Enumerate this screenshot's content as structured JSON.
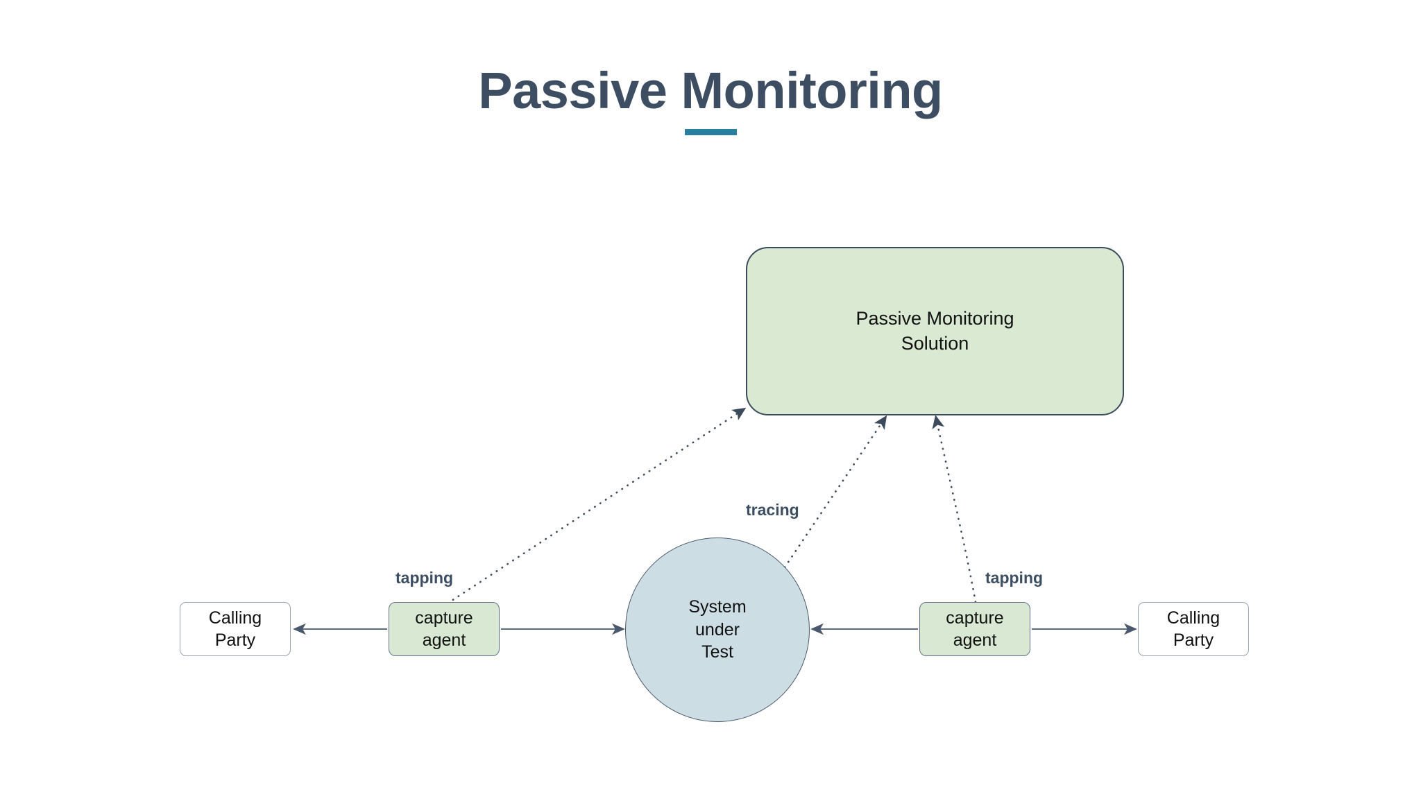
{
  "page": {
    "title": "Passive Monitoring",
    "background_color": "#ffffff",
    "title_color": "#3d4e63",
    "accent_color": "#2a7fa0"
  },
  "diagram": {
    "type": "network-flow-diagram",
    "nodes": [
      {
        "id": "calling-party-left",
        "label": "Calling\nParty",
        "shape": "rounded-rect",
        "fill": "#ffffff",
        "stroke": "#9aa3b4"
      },
      {
        "id": "capture-agent-left",
        "label": "capture\nagent",
        "shape": "rounded-rect",
        "fill": "#d8e8d2",
        "stroke": "#63718a"
      },
      {
        "id": "system-under-test",
        "label": "System\nunder\nTest",
        "shape": "circle",
        "fill": "#ccdde3",
        "stroke": "#49586c"
      },
      {
        "id": "capture-agent-right",
        "label": "capture\nagent",
        "shape": "rounded-rect",
        "fill": "#d8e8d2",
        "stroke": "#63718a"
      },
      {
        "id": "calling-party-right",
        "label": "Calling\nParty",
        "shape": "rounded-rect",
        "fill": "#ffffff",
        "stroke": "#9aa3b4"
      },
      {
        "id": "monitoring-solution",
        "label": "Passive Monitoring\nSolution",
        "shape": "rounded-rect",
        "fill": "#d9e9d2",
        "stroke": "#3c4b5c"
      }
    ],
    "edge_labels": {
      "tapping_left": "tapping",
      "tracing": "tracing",
      "tapping_right": "tapping"
    },
    "edges": [
      {
        "from": "capture-agent-left",
        "to": "calling-party-left",
        "style": "solid",
        "arrow": "end"
      },
      {
        "from": "capture-agent-left",
        "to": "system-under-test",
        "style": "solid",
        "arrow": "end"
      },
      {
        "from": "capture-agent-right",
        "to": "system-under-test",
        "style": "solid",
        "arrow": "end"
      },
      {
        "from": "capture-agent-right",
        "to": "calling-party-right",
        "style": "solid",
        "arrow": "end"
      },
      {
        "from": "capture-agent-left",
        "to": "monitoring-solution",
        "style": "dotted",
        "arrow": "end",
        "label": "tapping"
      },
      {
        "from": "system-under-test",
        "to": "monitoring-solution",
        "style": "dotted",
        "arrow": "end",
        "label": "tracing"
      },
      {
        "from": "capture-agent-right",
        "to": "monitoring-solution",
        "style": "dotted",
        "arrow": "end",
        "label": "tapping"
      }
    ]
  }
}
